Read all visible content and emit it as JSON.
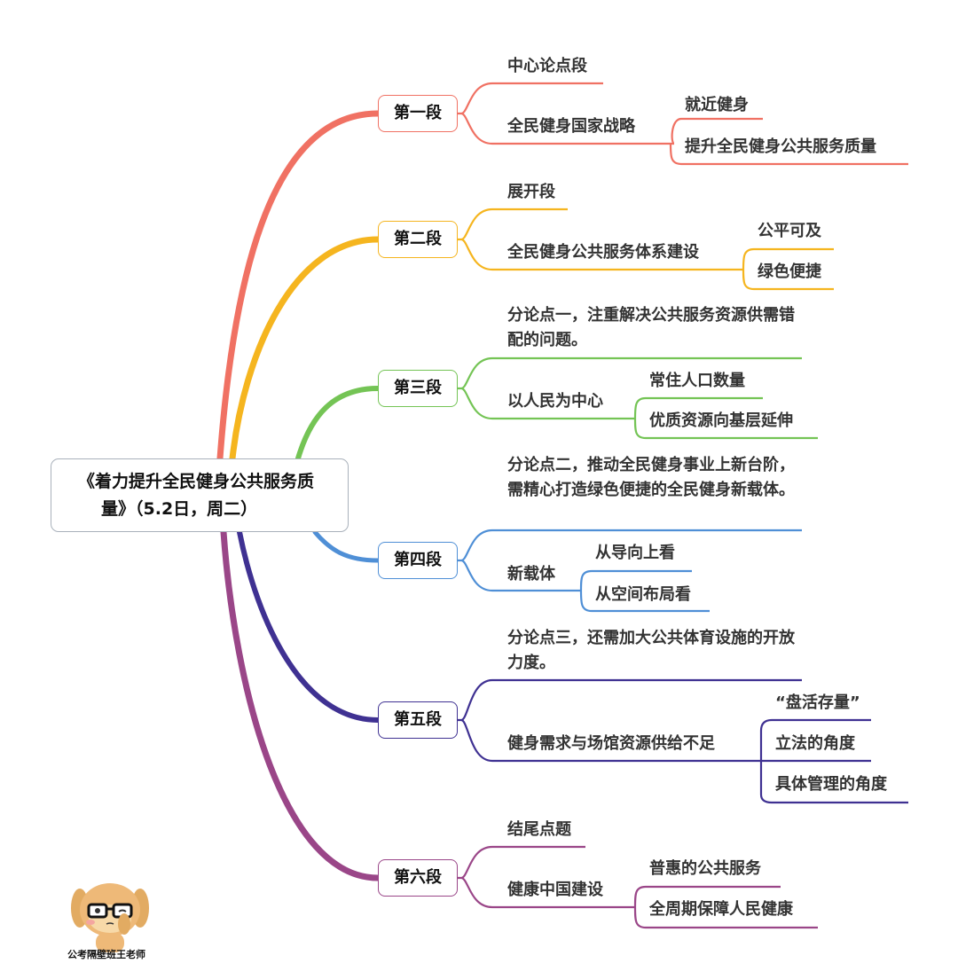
{
  "root": {
    "line1": "《着力提升全民健身公共服务质",
    "line2": "量》（5.2日，周二）"
  },
  "colors": {
    "s1": "#f07163",
    "s2": "#f5b51f",
    "s3": "#74c455",
    "s4": "#4f8fd6",
    "s5": "#3f3192",
    "s6": "#9a4688"
  },
  "sections": [
    {
      "label": "第一段",
      "topic": "中心论点段",
      "branch": "全民健身国家战略",
      "subs": [
        "就近健身",
        "提升全民健身公共服务质量"
      ]
    },
    {
      "label": "第二段",
      "topic": "展开段",
      "branch": "全民健身公共服务体系建设",
      "subs": [
        "公平可及",
        "绿色便捷"
      ]
    },
    {
      "label": "第三段",
      "topic": "分论点一，注重解决公共服务资源供需错配的问题。",
      "branch": "以人民为中心",
      "subs": [
        "常住人口数量",
        "优质资源向基层延伸"
      ]
    },
    {
      "label": "第四段",
      "topic": "分论点二，推动全民健身事业上新台阶，需精心打造绿色便捷的全民健身新载体。",
      "branch": "新载体",
      "subs": [
        "从导向上看",
        "从空间布局看"
      ]
    },
    {
      "label": "第五段",
      "topic": "分论点三，还需加大公共体育设施的开放力度。",
      "branch": "健身需求与场馆资源供给不足",
      "subs": [
        "“盘活存量”",
        "立法的角度",
        "具体管理的角度"
      ]
    },
    {
      "label": "第六段",
      "topic": "结尾点题",
      "branch": "健康中国建设",
      "subs": [
        "普惠的公共服务",
        "全周期保障人民健康"
      ]
    }
  ],
  "watermark": {
    "icon": "dog-mascot-icon",
    "text": "公考隔壁班王老师"
  }
}
